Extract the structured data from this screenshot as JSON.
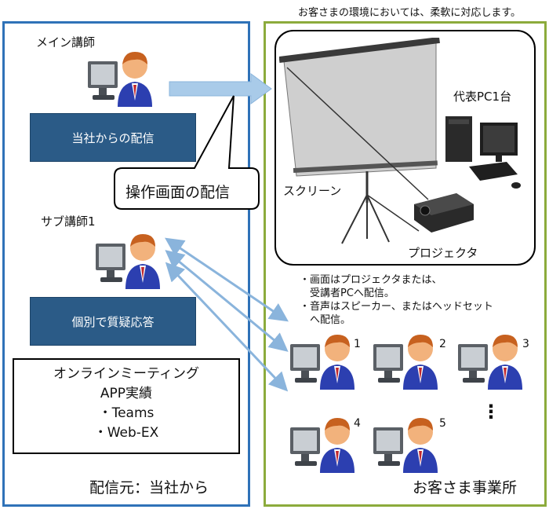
{
  "header": {
    "note": "お客さまの環境においては、柔軟に対応します。"
  },
  "left_panel": {
    "main_instructor": "メイン講師",
    "broadcast_box": "当社からの配信",
    "callout": "操作画面の配信",
    "sub_instructor": "サブ講師1",
    "qa_box": "個別で質疑応答",
    "app_box": {
      "line1": "オンラインミーティング",
      "line2": "APP実績",
      "line3": "・Teams",
      "line4": "・Web-EX"
    },
    "footer": "配信元：当社から"
  },
  "right_panel": {
    "representative_pc": "代表PC1台",
    "screen_label": "スクリーン",
    "projector_label": "プロジェクタ",
    "notes": [
      "・画面はプロジェクタまたは、",
      "　受講者PCへ配信。",
      "・音声はスピーカー、またはヘッドセット",
      "　へ配信。"
    ],
    "attendees": [
      "1",
      "2",
      "3",
      "4",
      "5"
    ],
    "more": "⋮",
    "footer": "お客さま事業所"
  },
  "colors": {
    "left_border": "#2f72b8",
    "right_border": "#8cab3c",
    "box_fill": "#2b5b87",
    "arrow": "#8ab4dc"
  }
}
